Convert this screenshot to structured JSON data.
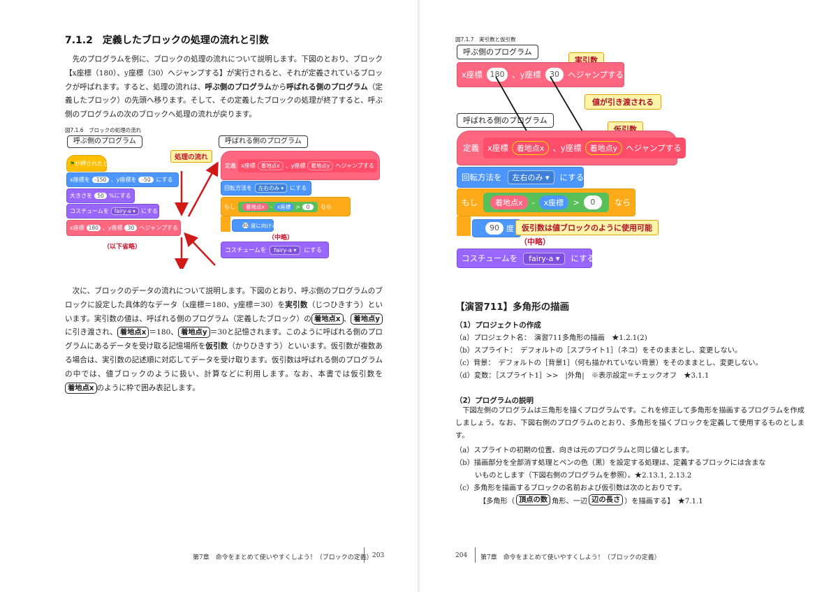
{
  "left_page": {
    "heading": "7.1.2　定義したブロックの処理の流れと引数",
    "p1": [
      {
        "t": "　先のプログラムを例に、ブロックの処理の流れについて説明します。下図のとおり、ブロック【x座標（180）、y座標（30）へジャンプする】が実行されると、それが定義されているブロックが呼ばれます。すると、処理の流れは、"
      },
      {
        "b": "呼ぶ側のプログラム"
      },
      {
        "t": "から"
      },
      {
        "b": "呼ばれる側のプログラム"
      },
      {
        "t": "（定義したブロック）の先頭へ移ります。そして、その定義したブロックの処理が終了すると、呼ぶ側のプログラムの次のブロックへ処理の流れが戻ります。"
      }
    ],
    "fig_caption": "図7.1.6　ブロックの処理の流れ",
    "caller_label": "呼ぶ側のプログラム",
    "callee_label": "呼ばれる側のプログラム",
    "flow_label": "処理の流れ",
    "caller_blocks": {
      "flag": "が押されたとき",
      "goto_a": "x座標を",
      "goto_x": "-150",
      "goto_b": "、y座標を",
      "goto_y": "-50",
      "goto_c": "にする",
      "size_a": "大きさを",
      "size_v": "50",
      "size_c": "%にする",
      "costume_a": "コスチュームを",
      "costume_v": "fairy-a ▾",
      "costume_c": "にする",
      "jump_a": "x座標",
      "jump_x": "180",
      "jump_b": "、y座標",
      "jump_y": "30",
      "jump_c": "ヘジャンプする"
    },
    "omitted_below": "（以下省略）",
    "callee_blocks": {
      "def": "定義",
      "def_x": "x座標",
      "def_p1": "着地点x",
      "def_y": "、y座標",
      "def_p2": "着地点y",
      "def_c": "ヘジャンプする",
      "rot_a": "回転方法を",
      "rot_v": "左右のみ ▾",
      "rot_c": "にする",
      "if_a": "もし",
      "if_p": "着地点x",
      "if_minus": "-",
      "if_r": "x座標",
      "if_gt": ">",
      "if_n": "0",
      "if_c": "なら",
      "turn_n": "90",
      "turn_c": "度に向ける",
      "omitted": "（中略）",
      "cos_a": "コスチュームを",
      "cos_v": "fairy-a ▾",
      "cos_c": "にする"
    },
    "p2": [
      {
        "t": "　次に、ブロックのデータの流れについて説明します。下図のとおり、呼ぶ側のプログラムのブロックに設定した具体的なデータ（x座標＝180、y座標＝30）を"
      },
      {
        "b": "実引数"
      },
      {
        "t": "（じつひきすう）といいます。実引数の値は、呼ばれる側のプログラム（定義したブロック）の"
      },
      {
        "box": "着地点x"
      },
      {
        "t": "、"
      },
      {
        "box": "着地点y"
      },
      {
        "t": "に引き渡され、"
      },
      {
        "box": "着地点x"
      },
      {
        "t": "＝180、"
      },
      {
        "box": "着地点y"
      },
      {
        "t": "＝30と記憶されます。このように呼ばれる側のプログラムにあるデータを受け取る記憶場所を"
      },
      {
        "b": "仮引数"
      },
      {
        "t": "（かりひきすう）といいます。仮引数が複数ある場合は、実引数の記述順に対応してデータを受け取ります。仮引数は呼ばれる側のプログラムの中では、値ブロックのように扱い、計算などに利用します。なお、本書では仮引数を"
      },
      {
        "box": "着地点x"
      },
      {
        "t": "のように枠で囲み表記します。"
      }
    ],
    "footer_chapter": "第7章　命令をまとめて使いやすくしよう！（ブロックの定義）",
    "footer_page": "203"
  },
  "right_page": {
    "fig_caption": "図7.1.7　実引数と仮引数",
    "caller_label": "呼ぶ側のプログラム",
    "callee_label": "呼ばれる側のプログラム",
    "callout_actual": "実引数",
    "callout_passed": "値が引き渡される",
    "callout_formal": "仮引数",
    "callout_usage": "仮引数は値ブロックのように使用可能",
    "omitted": "（中略）",
    "call_block": {
      "a": "x座標",
      "x": "180",
      "b": "、y座標",
      "y": "30",
      "c": "ヘジャンプする"
    },
    "def_block": {
      "def": "定義",
      "x": "x座標",
      "p1": "着地点x",
      "y": "、y座標",
      "p2": "着地点y",
      "c": "ヘジャンプする"
    },
    "rot_block": {
      "a": "回転方法を",
      "v": "左右のみ ▾",
      "c": "にする"
    },
    "if_block": {
      "a": "もし",
      "p": "着地点x",
      "minus": "-",
      "r": "x座標",
      "gt": ">",
      "n": "0",
      "c": "なら"
    },
    "turn_block": {
      "n": "90",
      "c": "度"
    },
    "cos_block": {
      "a": "コスチュームを",
      "v": "fairy-a ▾",
      "c": "にする"
    },
    "exercise_title": "【演習711】多角形の描画",
    "s1": "（1）プロジェクトの作成",
    "s1_items": [
      "（a）プロジェクト名：　演習711多角形の描画　★1.2.1(2)",
      "（b）スプライト：　デフォルトの［スプライト1］（ネコ）をそのままとし、変更しない。",
      "（c）背景：　デフォルトの［背景1］（何も描かれていない背景）をそのままとし、変更しない。",
      "（d）変数：［スプライト1］>>　|外角|　※表示設定＝チェックオフ　★3.1.1"
    ],
    "s2": "（2）プログラムの説明",
    "s2_intro": "　下図左側のプログラムは三角形を描くプログラムです。これを修正して多角形を描画するプログラムを作成しましょう。なお、下図右側のプログラムのとおり、多角形を描くブロックを定義して使用するものとします。",
    "s2_a": "（a）スプライトの初期の位置、向きは元のプログラムと同じ値とします。",
    "s2_b1": "（b）描画部分を全部消す処理とペンの色（黒）を設定する処理は、定義するブロックには含まな",
    "s2_b2": "いものとします（下図右側のプログラムを参照）。★2.13.1, 2.13.2",
    "s2_c": "（c）多角形を描画するブロックの名前および仮引数は次のとおりです。",
    "poly_a": "【多角形（",
    "poly_box1": "頂点の数",
    "poly_b": "角形、一辺",
    "poly_box2": "辺の長さ",
    "poly_c": "）を描画する】　★7.1.1",
    "footer_page": "204",
    "footer_chapter": "第7章　命令をまとめて使いやすくしよう！（ブロックの定義）"
  }
}
